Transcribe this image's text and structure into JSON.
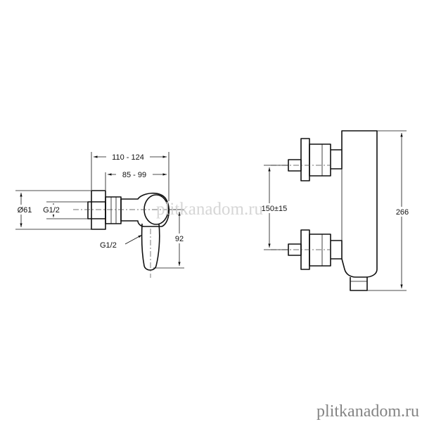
{
  "dimensions": {
    "width_range": "110 - 124",
    "depth_range": "85 - 99",
    "diameter": "Ø61",
    "inlet_thread": "G1/2",
    "outlet_thread": "G1/2",
    "handle_height": "92",
    "inlet_spacing": "150±15",
    "overall_height": "266"
  },
  "watermark": {
    "center": "plitkanadom.ru",
    "bottom": "plitkanadom.ru"
  }
}
